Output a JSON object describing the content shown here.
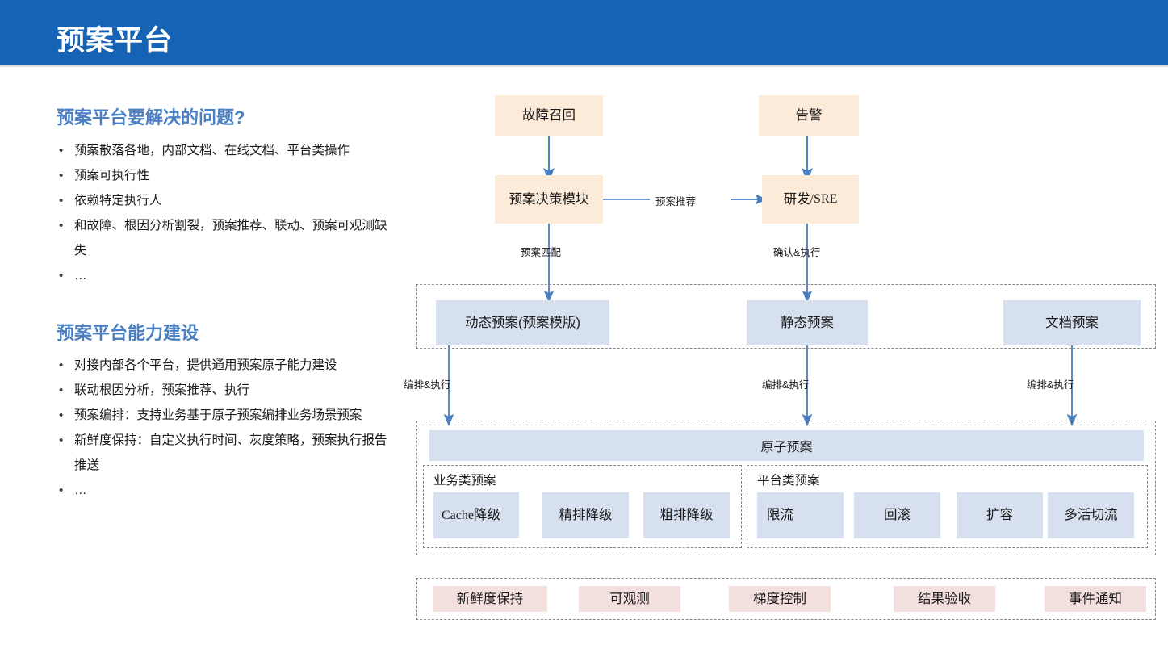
{
  "header": {
    "title": "预案平台",
    "bar_color": "#1663b5"
  },
  "sidebar": {
    "sections": [
      {
        "heading": "预案平台要解决的问题?",
        "items": [
          "预案散落各地，内部文档、在线文档、平台类操作",
          "预案可执行性",
          "依赖特定执行人",
          "和故障、根因分析割裂，预案推荐、联动、预案可观测缺失",
          "…"
        ]
      },
      {
        "heading": "预案平台能力建设",
        "items": [
          "对接内部各个平台，提供通用预案原子能力建设",
          "联动根因分析，预案推荐、执行",
          "预案编排：支持业务基于原子预案编排业务场景预案",
          "新鲜度保持：自定义执行时间、灰度策略，预案执行报告推送",
          "…"
        ]
      }
    ]
  },
  "diagram": {
    "colors": {
      "peach": "#fcebd8",
      "blue": "#d6e0ef",
      "pink": "#f4dfdf",
      "arrow": "#4a7fc1",
      "dashed": "#8a8a8a"
    },
    "top_nodes": {
      "fault_recall": "故障召回",
      "alarm": "告警",
      "decision_module": "预案决策模块",
      "dev_sre_cn": "研发",
      "dev_sre_latin": "/SRE"
    },
    "edge_labels": {
      "plan_recommend": "预案推荐",
      "plan_match": "预案匹配",
      "confirm_execute": "确认&执行",
      "orchestrate_execute_1": "编排&执行",
      "orchestrate_execute_2": "编排&执行",
      "orchestrate_execute_3": "编排&执行"
    },
    "plan_types": {
      "dynamic": "动态预案(预案模版)",
      "static": "静态预案",
      "document": "文档预案"
    },
    "atomic": {
      "header": "原子预案",
      "business_group_label": "业务类预案",
      "business_items": [
        "Cache降级",
        "精排降级",
        "粗排降级"
      ],
      "business_item_latin": "Cache",
      "business_item_cn": "降级",
      "platform_group_label": "平台类预案",
      "platform_items": [
        "限流",
        "回滚",
        "扩容",
        "多活切流"
      ]
    },
    "footer_items": [
      "新鲜度保持",
      "可观测",
      "梯度控制",
      "结果验收",
      "事件通知"
    ]
  }
}
